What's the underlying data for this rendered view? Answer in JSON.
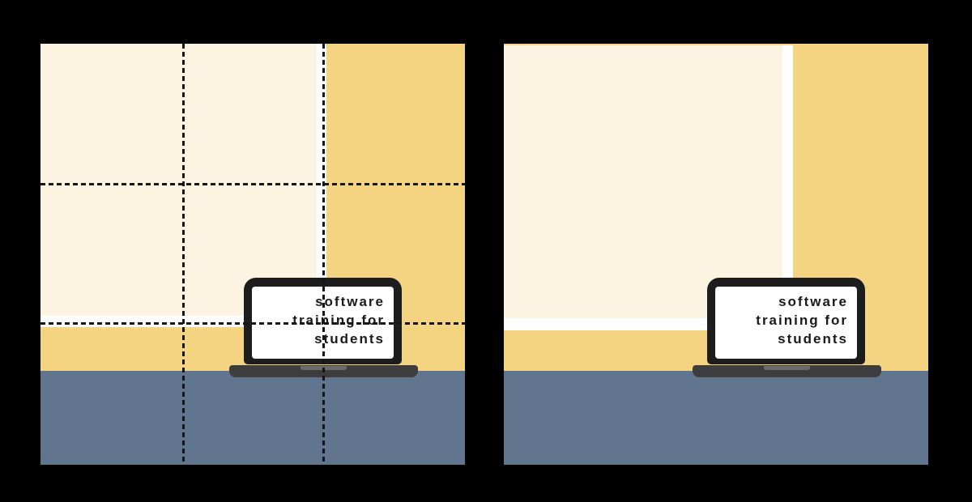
{
  "palette": {
    "background": "#000000",
    "panel_bg": "#ffffff",
    "cream": "#fcf3e0",
    "yellow": "#f4d480",
    "blue": "#62758f",
    "laptop_frame": "#1d1d1d",
    "laptop_base": "#3d3d3d",
    "laptop_notch": "#6b6b6b",
    "screen_bg": "#ffffff",
    "screen_text": "#1a1a1a",
    "grid_line": "#161616"
  },
  "panels": [
    {
      "id": "with-thirds-grid",
      "has_grid_overlay": true,
      "laptop_screen": {
        "line1": "software",
        "line2": "training for",
        "line3": "students"
      }
    },
    {
      "id": "without-grid",
      "has_grid_overlay": false,
      "laptop_screen": {
        "line1": "software",
        "line2": "training for",
        "line3": "students"
      }
    }
  ]
}
